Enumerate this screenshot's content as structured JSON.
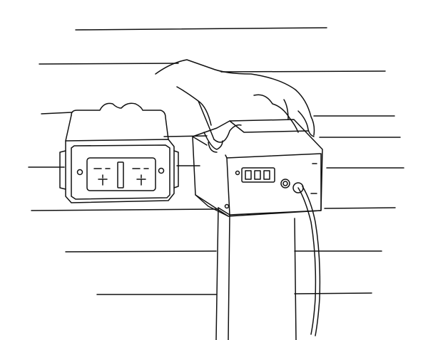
{
  "illustration": {
    "style": "black-ink line drawing",
    "background_color": "#ffffff",
    "ink_color": "#111111",
    "elements": [
      "wall-siding-lines",
      "wooden-post",
      "outdoor-duplex-receptacle-box",
      "timer-control-box",
      "hand",
      "power-cord"
    ]
  }
}
